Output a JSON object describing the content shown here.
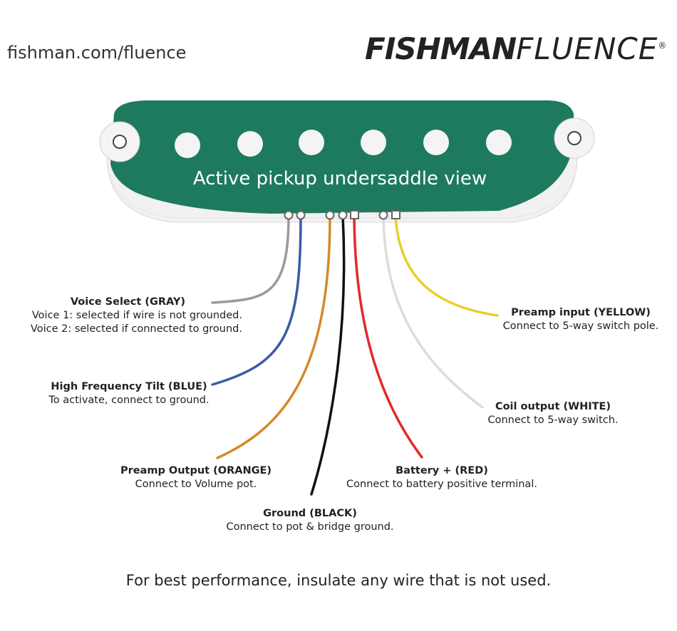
{
  "header": {
    "url": "fishman.com/fluence",
    "brand_bold": "FISHMAN",
    "brand_light": "FLUENCE",
    "trademark": "®"
  },
  "pickup": {
    "title": "Active pickup undersaddle view",
    "body_color": "#1e7a5e",
    "base_color": "#f1f1f1"
  },
  "wires": [
    {
      "key": "gray",
      "color": "#9a9a9a",
      "title": "Voice Select (GRAY)",
      "lines": [
        "Voice 1: selected if wire is not grounded.",
        "Voice 2: selected if connected to ground."
      ]
    },
    {
      "key": "blue",
      "color": "#3b5aa6",
      "title": "High Frequency Tilt (BLUE)",
      "lines": [
        "To activate, connect to ground."
      ]
    },
    {
      "key": "orange",
      "color": "#d58a2c",
      "title": "Preamp Output (ORANGE)",
      "lines": [
        "Connect to Volume pot."
      ]
    },
    {
      "key": "black",
      "color": "#111111",
      "title": "Ground (BLACK)",
      "lines": [
        "Connect to pot & bridge ground."
      ]
    },
    {
      "key": "red",
      "color": "#e02a2a",
      "title": "Battery + (RED)",
      "lines": [
        "Connect to battery positive terminal."
      ]
    },
    {
      "key": "white",
      "color": "#dcdcdc",
      "title": "Coil output (WHITE)",
      "lines": [
        "Connect to 5-way switch."
      ]
    },
    {
      "key": "yellow",
      "color": "#e9cf2a",
      "title": "Preamp input (YELLOW)",
      "lines": [
        "Connect to 5-way switch pole."
      ]
    }
  ],
  "footer": "For best performance, insulate any wire that is not used."
}
